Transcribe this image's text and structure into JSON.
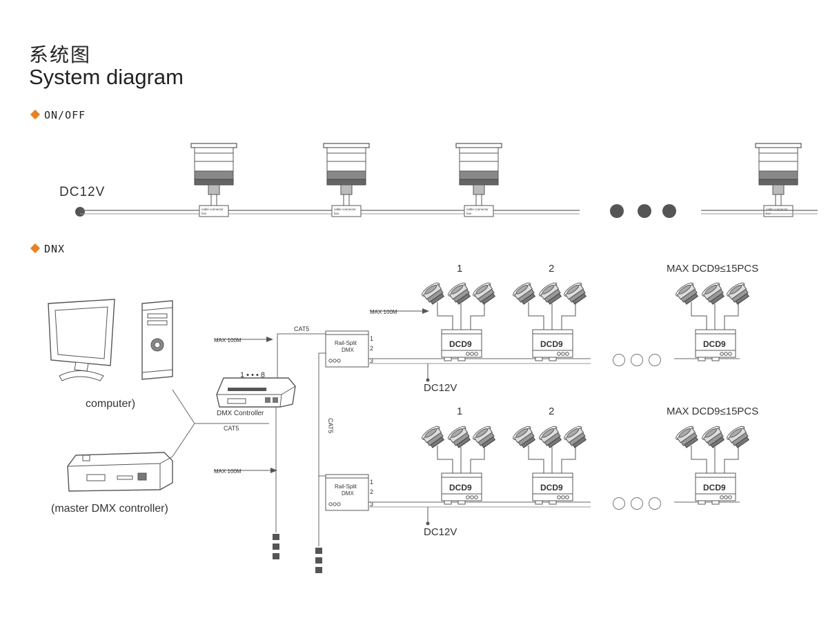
{
  "title_cn": "系统图",
  "title_en": "System diagram",
  "sections": {
    "onoff": {
      "label": "ON/OFF",
      "power_label": "DC12V",
      "connector_label": "cable connector box"
    },
    "dmx": {
      "label": "DNX",
      "computer_label": "computer)",
      "master_label": "(master DMX controller)",
      "controller_label": "DMX Controller",
      "controller_ports": "1 • • • 8",
      "cat5_label": "CAT5",
      "max_100m": "MAX 100M",
      "rail_split": "Rail-Split DMX",
      "dcd9": "DCD9",
      "power_label": "DC12V",
      "group_1": "1",
      "group_2": "2",
      "max_group": "MAX DCD9≤15PCS",
      "ports": [
        "1",
        "2",
        "3"
      ]
    }
  },
  "colors": {
    "accent": "#e8821e",
    "line": "#555555",
    "dot": "#555555"
  }
}
